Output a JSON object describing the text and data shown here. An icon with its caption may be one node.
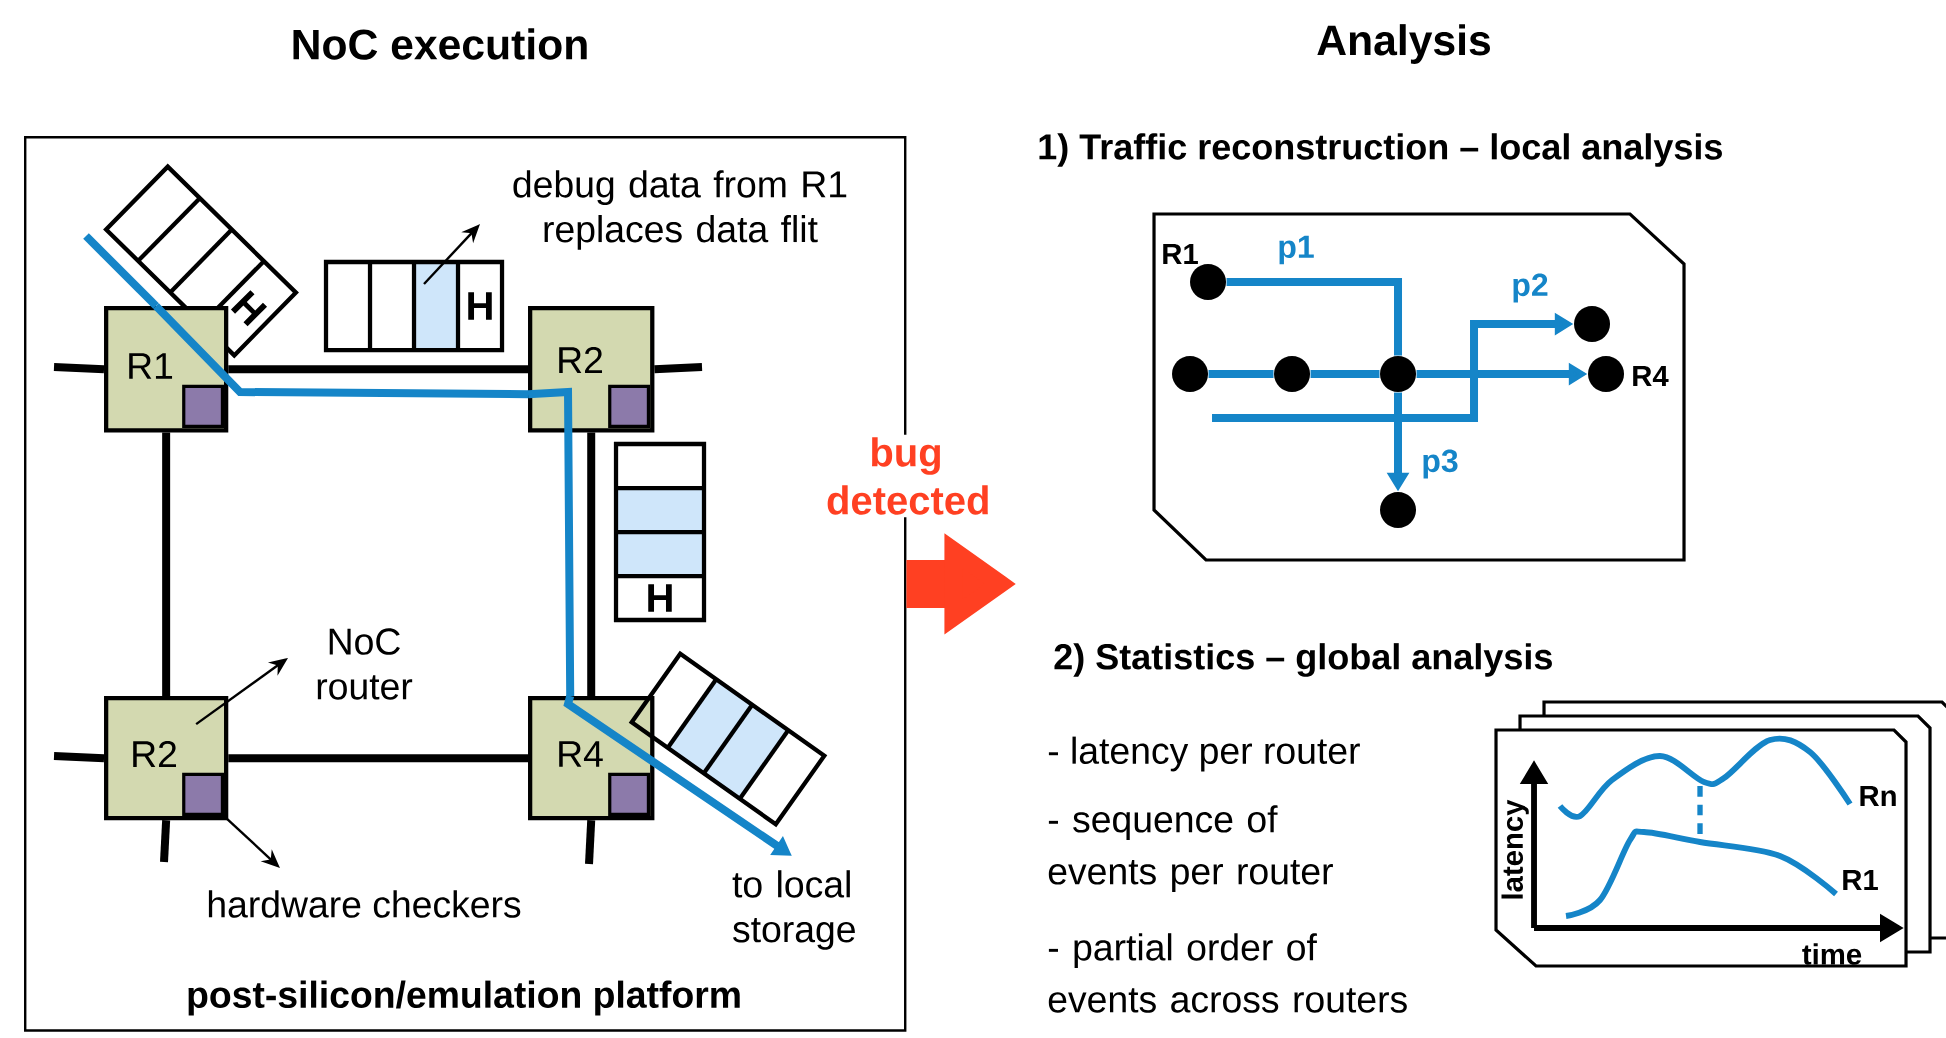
{
  "diagram": {
    "nodes": [
      {
        "text": [
          "post-silicon/emulation platform"
        ]
      },
      {
        "text": [
          "H"
        ],
        "in": 0
      },
      {
        "text": [
          "debug data from R1 replaces data flit"
        ],
        "in": 0
      },
      {
        "text": [
          "R1"
        ],
        "in": 0
      },
      {
        "text": [],
        "shape": "box",
        "in": 3
      },
      {
        "text": [
          "H"
        ],
        "in": 0
      },
      {
        "text": [
          "R2"
        ],
        "in": 0
      },
      {
        "text": [],
        "shape": "box",
        "in": 6
      },
      {
        "text": [
          "H"
        ],
        "in": 0
      },
      {
        "text": [
          "NoC router"
        ],
        "in": 0
      },
      {
        "text": [
          "R2"
        ],
        "in": 0
      },
      {
        "text": [],
        "shape": "box",
        "in": 10
      },
      {
        "text": [
          "R4"
        ],
        "in": 0
      },
      {
        "text": [],
        "shape": "box",
        "in": 12
      },
      {
        "text": [],
        "shape": "box",
        "in": 0
      },
      {
        "text": [
          "hardware checkers"
        ],
        "in": 0
      },
      {
        "text": [
          "to local storage"
        ],
        "in": 0
      },
      {
        "text": [],
        "shape": "box"
      },
      {
        "text": [],
        "shape": "circle",
        "in": 17,
        "beside": [
          "R1"
        ]
      },
      {
        "text": [],
        "shape": "circle",
        "in": 17
      },
      {
        "text": [],
        "shape": "circle",
        "in": 17
      },
      {
        "text": [],
        "shape": "circle",
        "in": 17
      },
      {
        "text": [],
        "shape": "circle",
        "in": 17
      },
      {
        "text": [],
        "shape": "circle",
        "in": 17,
        "beside": [
          "R4"
        ]
      },
      {
        "text": [],
        "shape": "circle",
        "in": 17
      }
    ],
    "edges": [
      {
        "from": 5,
        "to": 2,
        "arrow": "to"
      },
      {
        "from": 10,
        "to": 9,
        "arrow": "to"
      },
      {
        "from": 11,
        "to": 15,
        "arrow": "to"
      },
      {
        "from": 3,
        "to": 6,
        "arrow": "none"
      },
      {
        "from": 3,
        "to": 10,
        "arrow": "none"
      },
      {
        "from": 6,
        "to": 12,
        "arrow": "none"
      },
      {
        "from": 10,
        "to": 12,
        "arrow": "none"
      },
      {
        "from": 3,
        "to": null,
        "arrow": "none"
      },
      {
        "from": 6,
        "to": null,
        "arrow": "none"
      },
      {
        "from": 10,
        "to": null,
        "arrow": "none"
      },
      {
        "from": 10,
        "to": null,
        "arrow": "none"
      },
      {
        "from": 12,
        "to": null,
        "arrow": "none"
      },
      {
        "from": 1,
        "to": 3,
        "arrow": "none",
        "color": "#1585c8"
      },
      {
        "from": 3,
        "to": 6,
        "arrow": "none",
        "color": "#1585c8"
      },
      {
        "from": 6,
        "to": 12,
        "arrow": "none",
        "color": "#1585c8"
      },
      {
        "from": 12,
        "to": 16,
        "arrow": "to",
        "color": "#1585c8"
      },
      {
        "from": 0,
        "to": null,
        "arrow": "to",
        "style": "thick",
        "color": "#ff4022",
        "label": "bug detected"
      },
      {
        "from": 18,
        "to": 22,
        "arrow": "none",
        "color": "#1585c8",
        "label": "p1"
      },
      {
        "from": 22,
        "to": 24,
        "arrow": "to",
        "color": "#1585c8",
        "label": "p3"
      },
      {
        "from": 20,
        "to": 21,
        "arrow": "none",
        "color": "#1585c8"
      },
      {
        "from": 21,
        "to": 22,
        "arrow": "none",
        "color": "#1585c8"
      },
      {
        "from": 22,
        "to": 23,
        "arrow": "to",
        "color": "#1585c8"
      },
      {
        "from": null,
        "to": 19,
        "arrow": "to",
        "color": "#1585c8",
        "label": "p2"
      }
    ],
    "labels": [
      "NoC execution",
      "Analysis",
      "1) Traffic reconstruction – local analysis",
      "2) Statistics – global analysis",
      "- latency per router",
      "- sequence of events per router",
      "- partial order of events across routers",
      "latency",
      "time",
      "Rn",
      "R1"
    ]
  }
}
